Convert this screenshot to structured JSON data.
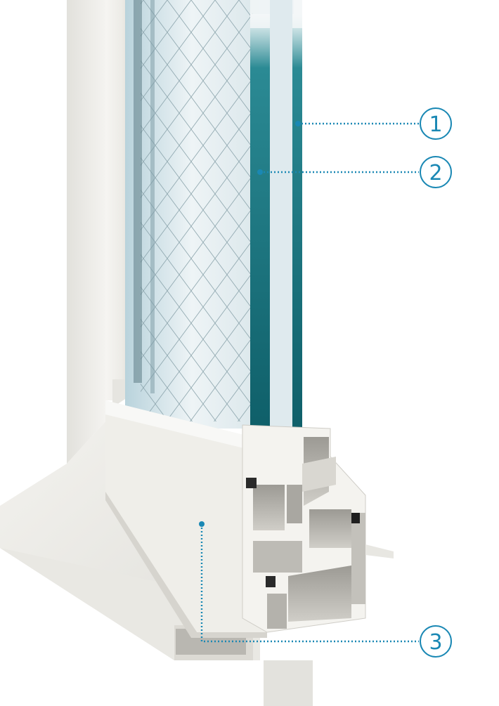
{
  "colors": {
    "accent": "#1a88b4",
    "glass_edge": "#0e6670",
    "glass_edge_dark": "#0a4f58",
    "frame": "#f1f0ec",
    "frame_shadow": "#c9c7c1",
    "frame_dark": "#8e8c86",
    "spacer": "#c8a95c"
  },
  "callouts": [
    {
      "id": "1",
      "label": "1"
    },
    {
      "id": "2",
      "label": "2"
    },
    {
      "id": "3",
      "label": "3"
    }
  ]
}
